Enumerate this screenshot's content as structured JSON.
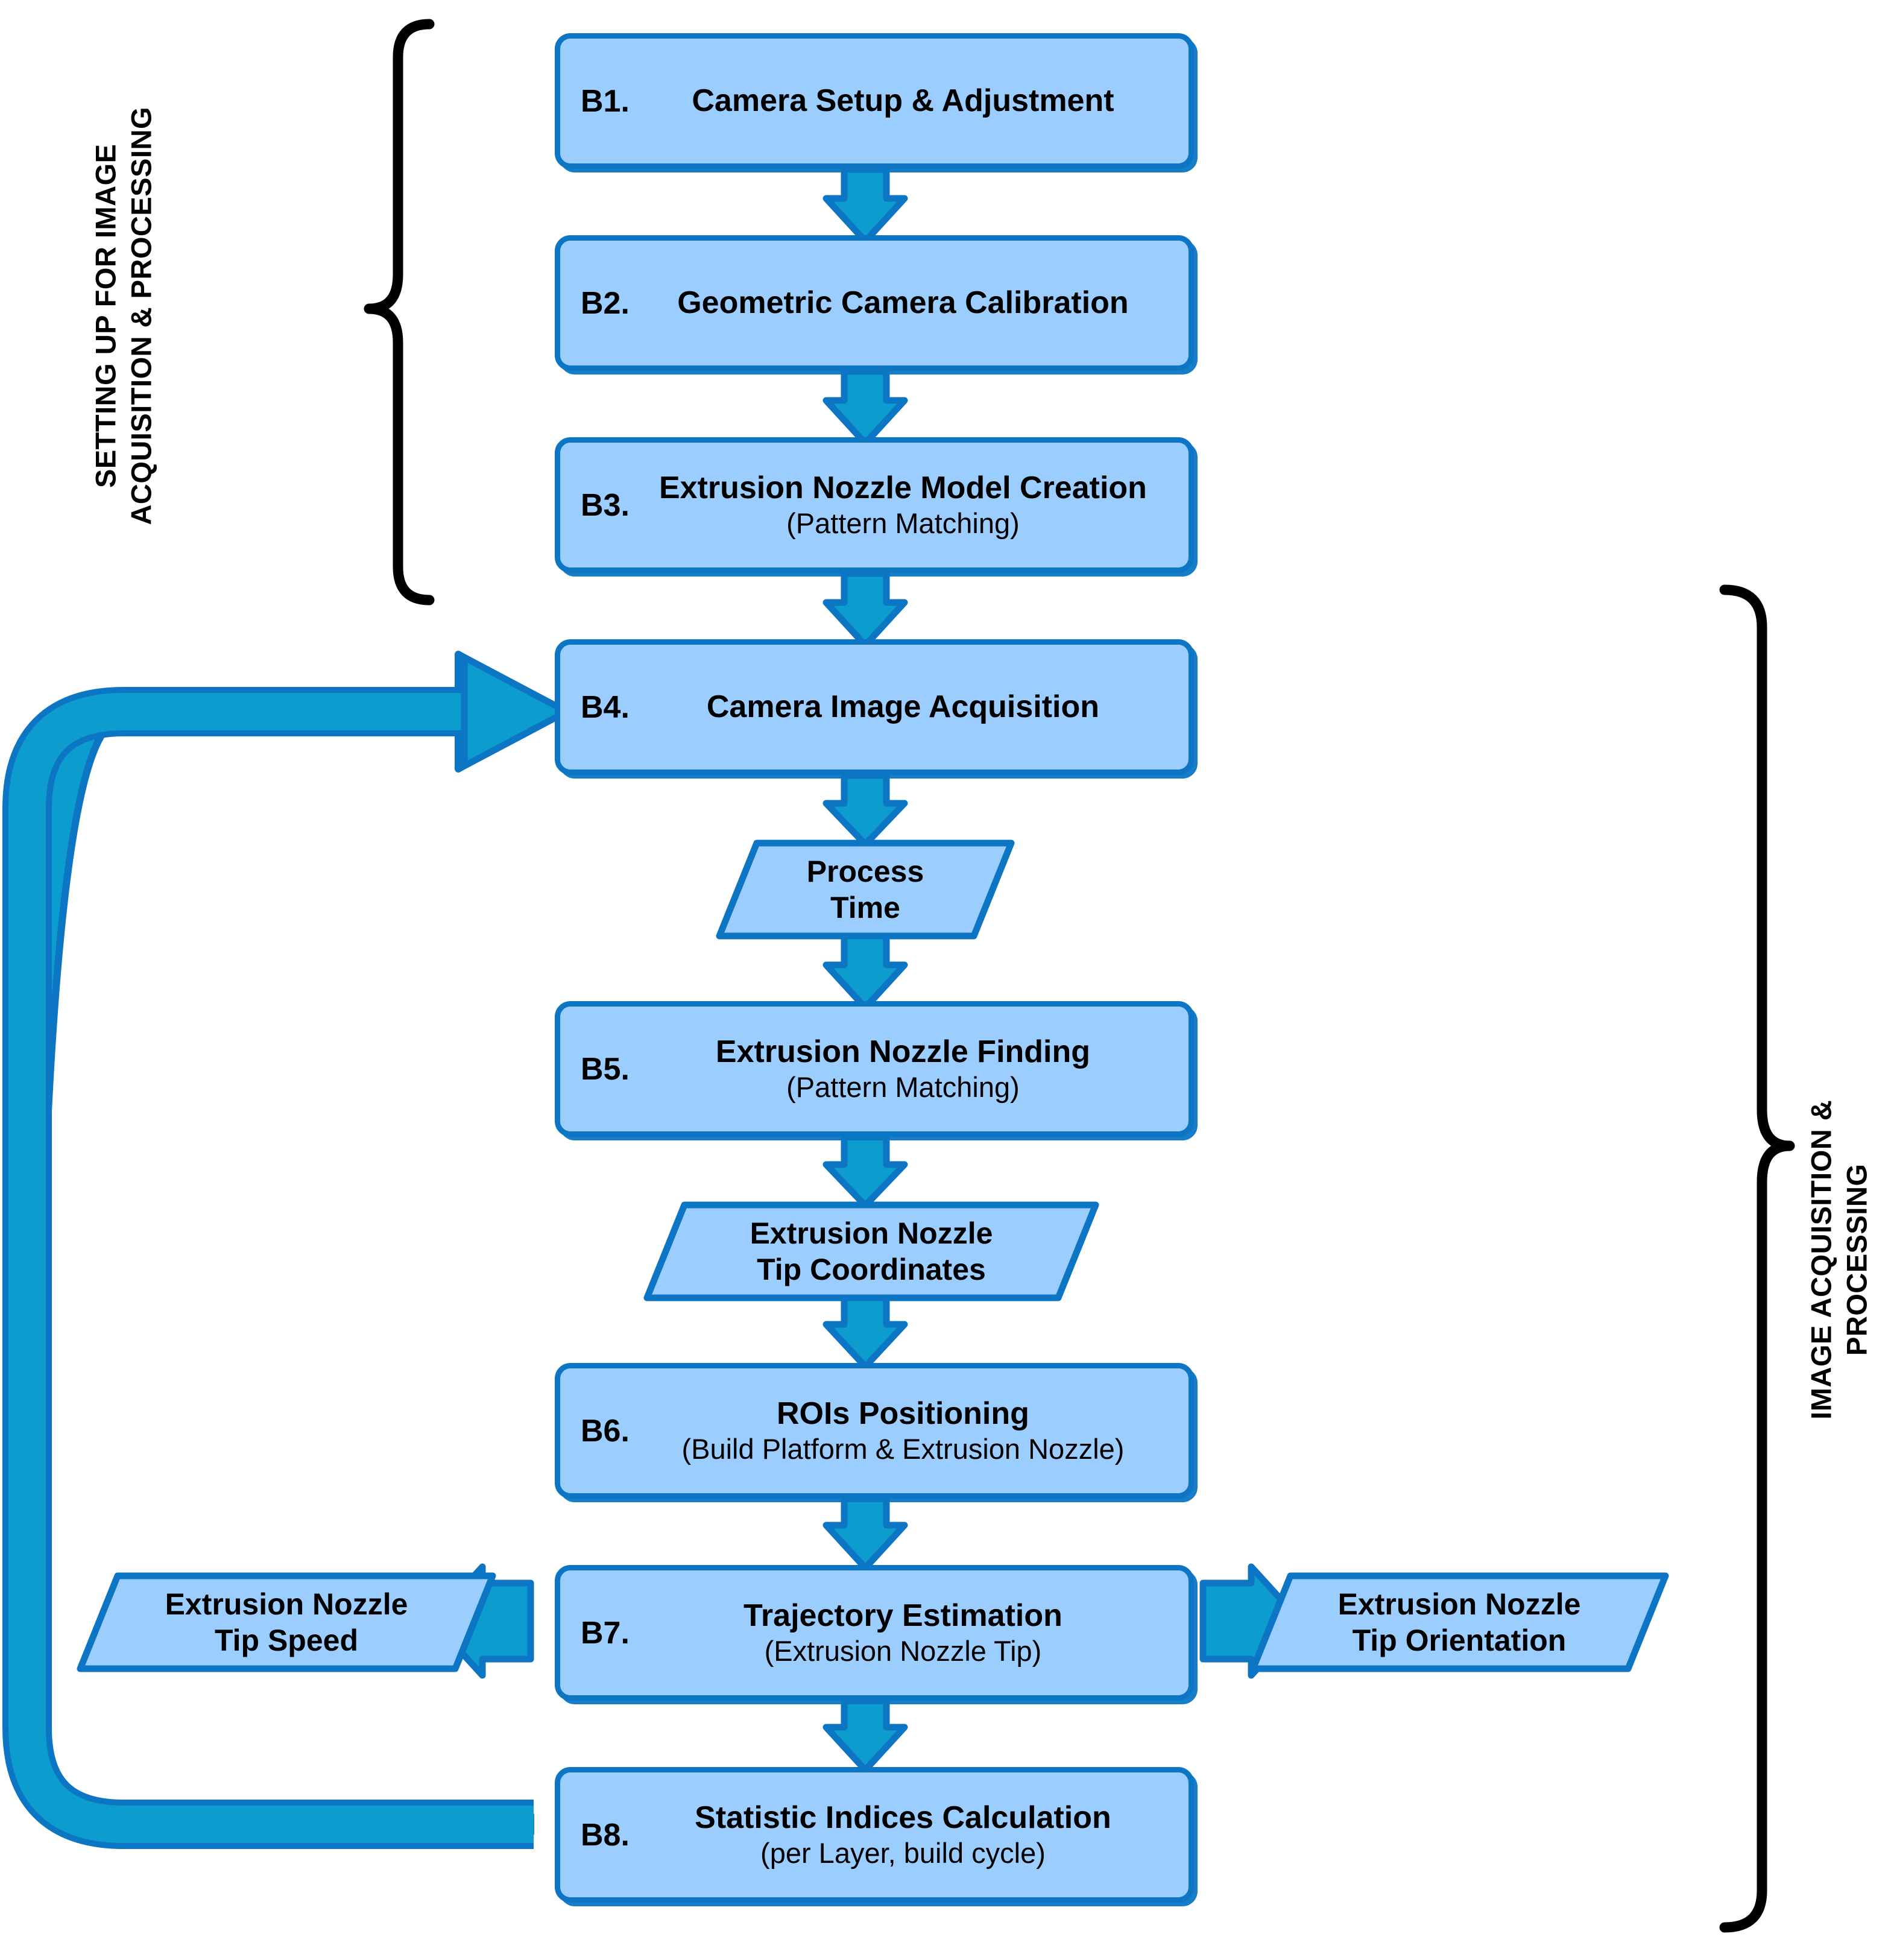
{
  "diagram": {
    "title_left_bracket": "SETTING UP FOR IMAGE\nACQUISITION & PROCESSING",
    "title_right_bracket": "IMAGE ACQUISITION &\nPROCESSING",
    "colors": {
      "node_fill": "#9BCDFF",
      "node_border": "#0C76C4",
      "arrow_fill": "#0D9CCE",
      "arrow_border": "#0C76C4",
      "bracket": "#000000",
      "background": "#FFFFFF"
    }
  },
  "nodes": {
    "b1": {
      "tag": "B1.",
      "line1": "Camera Setup & Adjustment",
      "line2": ""
    },
    "b2": {
      "tag": "B2.",
      "line1": "Geometric Camera Calibration",
      "line2": ""
    },
    "b3": {
      "tag": "B3.",
      "line1": "Extrusion Nozzle Model Creation",
      "line2": "(Pattern Matching)"
    },
    "b4": {
      "tag": "B4.",
      "line1": "Camera Image Acquisition",
      "line2": ""
    },
    "b5": {
      "tag": "B5.",
      "line1": "Extrusion Nozzle Finding",
      "line2": "(Pattern Matching)"
    },
    "b6": {
      "tag": "B6.",
      "line1": "ROIs Positioning",
      "line2": "(Build Platform & Extrusion Nozzle)"
    },
    "b7": {
      "tag": "B7.",
      "line1": "Trajectory Estimation",
      "line2": "(Extrusion Nozzle Tip)"
    },
    "b8": {
      "tag": "B8.",
      "line1": "Statistic Indices Calculation",
      "line2": "(per Layer, build cycle)"
    }
  },
  "data_shapes": {
    "process_time": {
      "line1": "Process",
      "line2": "Time"
    },
    "tip_coordinates": {
      "line1": "Extrusion Nozzle",
      "line2": "Tip Coordinates"
    },
    "tip_speed": {
      "line1": "Extrusion Nozzle",
      "line2": "Tip Speed"
    },
    "tip_orientation": {
      "line1": "Extrusion Nozzle",
      "line2": "Tip Orientation"
    }
  },
  "flow": {
    "edges": [
      "B1 -> B2",
      "B2 -> B3",
      "B3 -> B4",
      "B4 -> Process Time",
      "Process Time -> B5",
      "B5 -> Tip Coordinates",
      "Tip Coordinates -> B6",
      "B6 -> B7",
      "B7 -> Tip Speed",
      "B7 -> Tip Orientation",
      "B7 -> B8",
      "B8 -> B4 (feedback loop)"
    ]
  }
}
